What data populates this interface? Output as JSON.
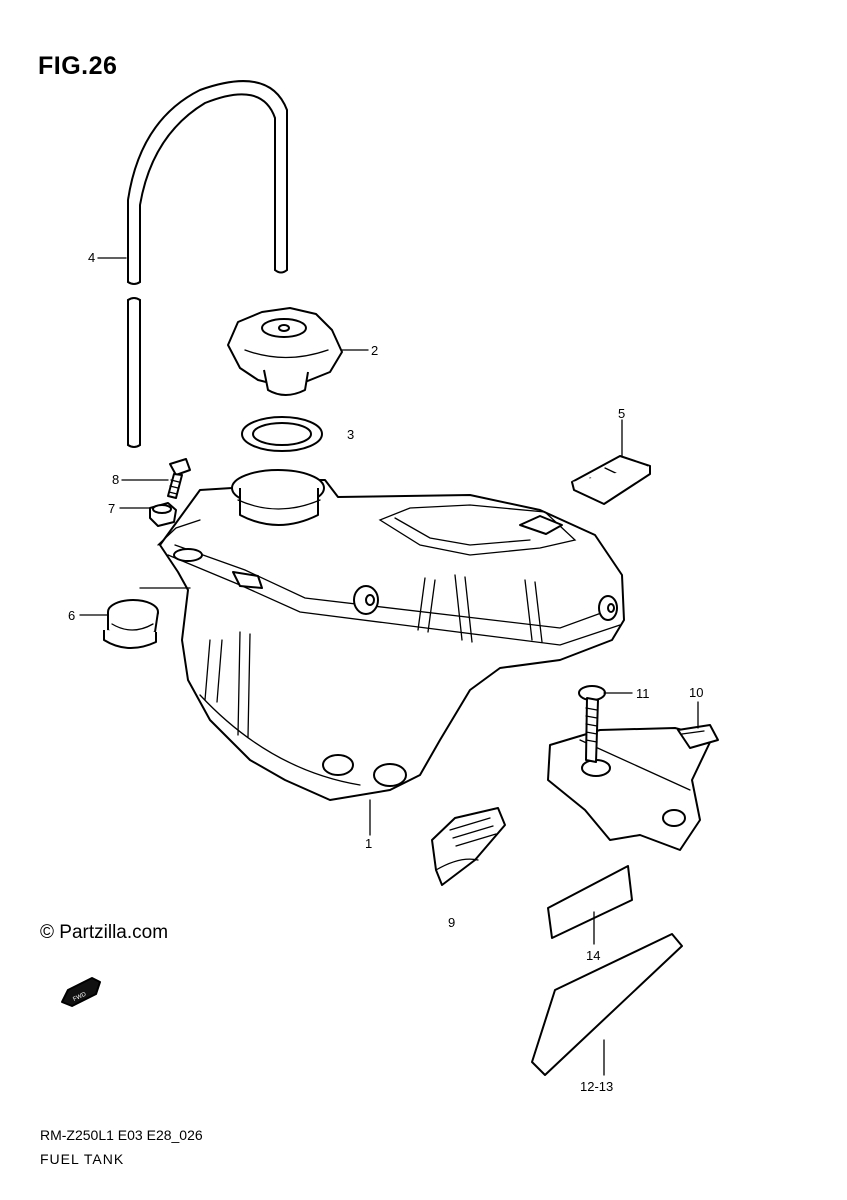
{
  "figure": {
    "title": "FIG.26",
    "copyright": "© Partzilla.com",
    "model_code": "RM-Z250L1 E03 E28_026",
    "diagram_name": "FUEL TANK",
    "fwd_label": "FWD"
  },
  "callouts": [
    {
      "id": "1",
      "label": "1"
    },
    {
      "id": "2",
      "label": "2"
    },
    {
      "id": "3",
      "label": "3"
    },
    {
      "id": "4",
      "label": "4"
    },
    {
      "id": "5",
      "label": "5"
    },
    {
      "id": "6",
      "label": "6"
    },
    {
      "id": "7",
      "label": "7"
    },
    {
      "id": "8",
      "label": "8"
    },
    {
      "id": "9",
      "label": "9"
    },
    {
      "id": "10",
      "label": "10"
    },
    {
      "id": "11",
      "label": "11"
    },
    {
      "id": "12-13",
      "label": "12-13"
    },
    {
      "id": "14",
      "label": "14"
    }
  ]
}
